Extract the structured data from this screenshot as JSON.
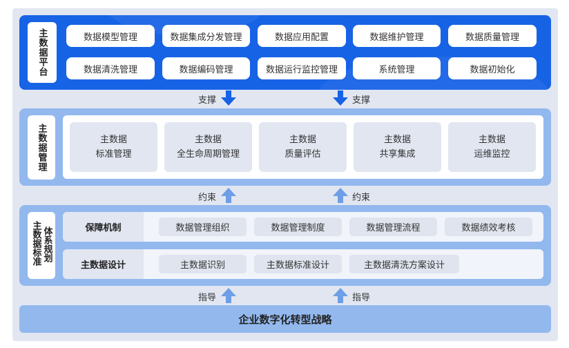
{
  "platform": {
    "label": "主数据平台",
    "items": [
      "数据模型管理",
      "数据集成分发管理",
      "数据应用配置",
      "数据维护管理",
      "数据质量管理",
      "数据清洗管理",
      "数据编码管理",
      "数据运行监控管理",
      "系统管理",
      "数据初始化"
    ]
  },
  "arrows": {
    "support": "支撑",
    "constraint": "约束",
    "guide": "指导"
  },
  "management": {
    "label": "主数据管理",
    "cards": [
      {
        "line1": "主数据",
        "line2": "标准管理"
      },
      {
        "line1": "主数据",
        "line2": "全生命周期管理"
      },
      {
        "line1": "主数据",
        "line2": "质量评估"
      },
      {
        "line1": "主数据",
        "line2": "共享集成"
      },
      {
        "line1": "主数据",
        "line2": "运维监控"
      }
    ]
  },
  "standard": {
    "label_col1": "主数据标准",
    "label_col2": "体系规划",
    "rows": [
      {
        "head": "保障机制",
        "items": [
          "数据管理组织",
          "数据管理制度",
          "数据管理流程",
          "数据绩效考核"
        ]
      },
      {
        "head": "主数据设计",
        "items": [
          "主数据识别",
          "主数据标准设计",
          "主数据清洗方案设计"
        ]
      }
    ]
  },
  "strategy": {
    "label": "企业数字化转型战略"
  },
  "colors": {
    "platform_blue": "#1763e6",
    "light_blue": "#92b8ee",
    "arrow_dark": "#1763e6",
    "arrow_light": "#6e9ee6",
    "card_gray": "#e1e6f1"
  }
}
